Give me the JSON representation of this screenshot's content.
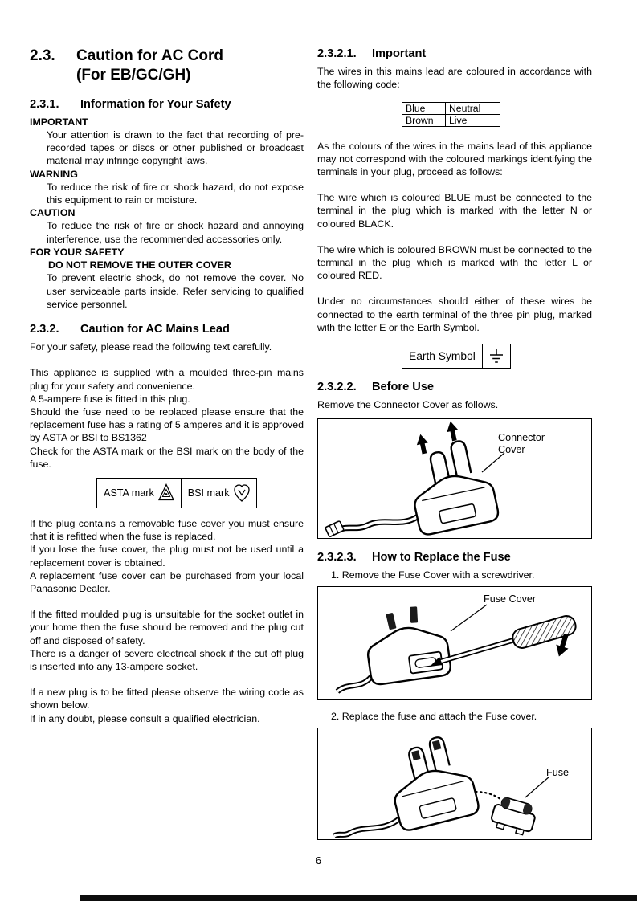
{
  "page_number": "6",
  "s23": {
    "number": "2.3.",
    "line1": "Caution for AC Cord",
    "line2": "(For EB/GC/GH)"
  },
  "s231": {
    "number": "2.3.1.",
    "title": "Information for Your Safety",
    "important_label": "IMPORTANT",
    "important_text": "Your attention is drawn to the fact that recording of pre-recorded tapes or discs or other published or broadcast material may infringe copyright laws.",
    "warning_label": "WARNING",
    "warning_text": "To reduce the risk of fire or shock hazard, do not expose this equipment to rain or moisture.",
    "caution_label": "CAUTION",
    "caution_text": "To reduce the risk of fire or shock hazard and annoying interference, use the recommended accessories only.",
    "safety_label": "FOR YOUR SAFETY",
    "safety_sublabel": "DO NOT REMOVE THE OUTER COVER",
    "safety_text": "To prevent electric shock, do not remove the cover. No user serviceable parts inside. Refer servicing to qualified service personnel."
  },
  "s232": {
    "number": "2.3.2.",
    "title": "Caution for AC Mains Lead",
    "intro": "For your safety, please read the following text carefully.",
    "p1": "This appliance is supplied with a moulded three-pin mains plug for your safety and convenience.",
    "p2": "A 5-ampere fuse is fitted in this plug.",
    "p3": "Should the fuse need to be replaced please ensure that the replacement fuse has a rating of 5 amperes and it is approved by ASTA or BSI to BS1362",
    "p4": "Check for the ASTA mark or the BSI mark on the body of the fuse.",
    "asta_label": "ASTA mark",
    "bsi_label": "BSI mark",
    "p5": "If the plug contains a removable fuse cover you must ensure that it is refitted when the fuse is replaced.",
    "p6": "If you lose the fuse cover, the plug must not be used until a replacement cover is obtained.",
    "p7": "A replacement fuse cover can be purchased from your local Panasonic Dealer.",
    "p8": "If the fitted moulded plug is unsuitable for the socket outlet in your home then the fuse should be removed and the plug cut off and disposed of safety.",
    "p9": "There is a danger of severe electrical shock if the cut off plug is inserted into any 13-ampere socket.",
    "p10": "If a new plug is to be fitted please observe the wiring code as shown below.",
    "p11": "If in any doubt, please consult a qualified electrician."
  },
  "s2321": {
    "number": "2.3.2.1.",
    "title": "Important",
    "p1": "The wires in this mains lead are coloured in accordance with the following code:",
    "wire_table": {
      "rows": [
        [
          "Blue",
          "Neutral"
        ],
        [
          "Brown",
          "Live"
        ]
      ]
    },
    "p2": "As the colours of the wires in the mains lead of this appliance may not correspond with the coloured markings identifying the terminals in your plug, proceed as follows:",
    "p3": "The wire which is coloured BLUE must be connected to the terminal in the plug which is marked with the letter N or coloured BLACK.",
    "p4": "The wire which is coloured BROWN must be connected to the terminal in the plug which is marked with the letter L or coloured RED.",
    "p5": "Under no circumstances should either of these wires be connected to the earth terminal of the three pin plug, marked with the letter E or the Earth Symbol.",
    "earth_label": "Earth Symbol"
  },
  "s2322": {
    "number": "2.3.2.2.",
    "title": "Before Use",
    "p1": "Remove the Connector Cover as follows.",
    "figure_label": "Connector Cover"
  },
  "s2323": {
    "number": "2.3.2.3.",
    "title": "How to Replace the Fuse",
    "step1": "1. Remove the Fuse Cover with a screwdriver.",
    "figure1_label": "Fuse Cover",
    "step2": "2. Replace the fuse and attach the Fuse cover.",
    "figure2_label": "Fuse"
  }
}
